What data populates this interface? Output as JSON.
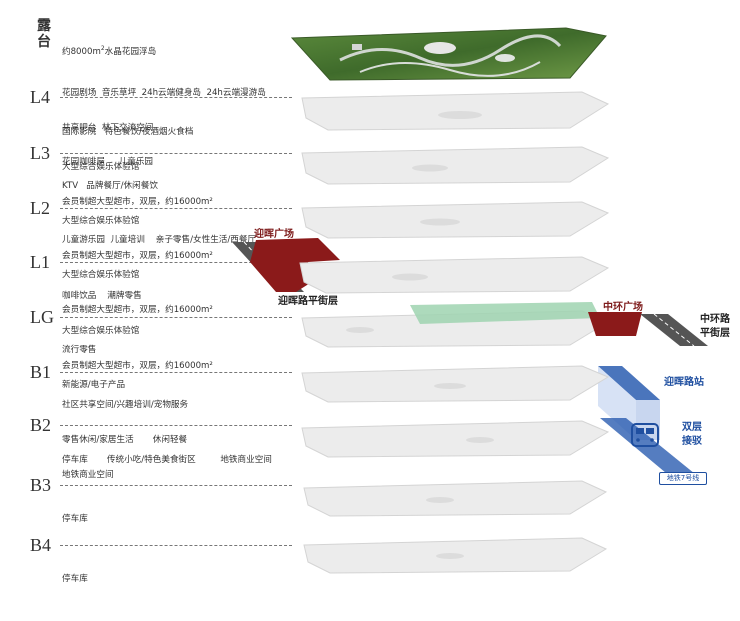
{
  "roof": {
    "label": "露台",
    "title_prefix": "约8000m",
    "title_sup": "2",
    "title_suffix": "水晶花园浮岛",
    "lines": [
      "花园剧场  音乐草坪  24h云端健身岛  24h云端漫游岛",
      "共享吧台  林下交流空间",
      "花园咖啡屋     儿童乐园"
    ]
  },
  "floors": [
    {
      "id": "L4",
      "label": "L4",
      "lines": [
        "国际影院   特色餐饮/夜酒烟火食档",
        "大型综合娱乐体验馆",
        "会员制超大型超市，双层，约16000m²"
      ]
    },
    {
      "id": "L3",
      "label": "L3",
      "lines": [
        "KTV   品牌餐厅/休闲餐饮",
        "大型综合娱乐体验馆",
        "会员制超大型超市，双层，约16000m²"
      ]
    },
    {
      "id": "L2",
      "label": "L2",
      "lines": [
        "儿童游乐园  儿童培训    亲子零售/女性生活/西餐厅",
        "大型综合娱乐体验馆",
        "会员制超大型超市，双层，约16000m²"
      ]
    },
    {
      "id": "L1",
      "label": "L1",
      "lines": [
        "咖啡饮品    潮牌零售",
        "大型综合娱乐体验馆",
        "会员制超大型超市，双层，约16000m²"
      ]
    },
    {
      "id": "LG",
      "label": "LG",
      "lines": [
        "流行零售",
        "新能源/电子产品"
      ]
    },
    {
      "id": "B1",
      "label": "B1",
      "lines": [
        "社区共享空间/兴趣培训/宠物服务",
        "零售休闲/家居生活       休闲轻餐",
        "地铁商业空间"
      ]
    },
    {
      "id": "B2",
      "label": "B2",
      "lines": [
        "停车库       传统小吃/特色美食街区         地铁商业空间"
      ]
    },
    {
      "id": "B3",
      "label": "B3",
      "lines": [
        "停车库"
      ]
    },
    {
      "id": "B4",
      "label": "B4",
      "lines": [
        "停车库"
      ]
    }
  ],
  "tags": {
    "yinghui_square": "迎晖广场",
    "yinghui_street": "迎晖路平街层",
    "zhonghuan_square": "中环广场",
    "zhonghuan_street_1": "中环路",
    "zhonghuan_street_2": "平街层",
    "yinghui_station": "迎晖路站",
    "double_1": "双层",
    "double_2": "接驳",
    "metro_line": "地铁7号线"
  },
  "colors": {
    "slab": "#ececec",
    "slab_edge": "#d4d4d4",
    "plaza_red": "#8b1a1a",
    "green_link": "#9fd3b0",
    "metro_blue": "#2a5db0",
    "metro_light": "#c9d8f2",
    "road": "#555555"
  }
}
